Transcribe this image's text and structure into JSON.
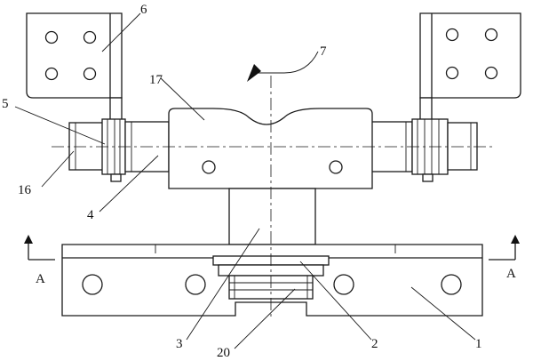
{
  "labels": {
    "l1": "1",
    "l2": "2",
    "l3": "3",
    "l4": "4",
    "l5": "5",
    "l6": "6",
    "l7": "7",
    "l16": "16",
    "l17": "17",
    "l20": "20"
  },
  "section": {
    "left": "A",
    "right": "A"
  }
}
